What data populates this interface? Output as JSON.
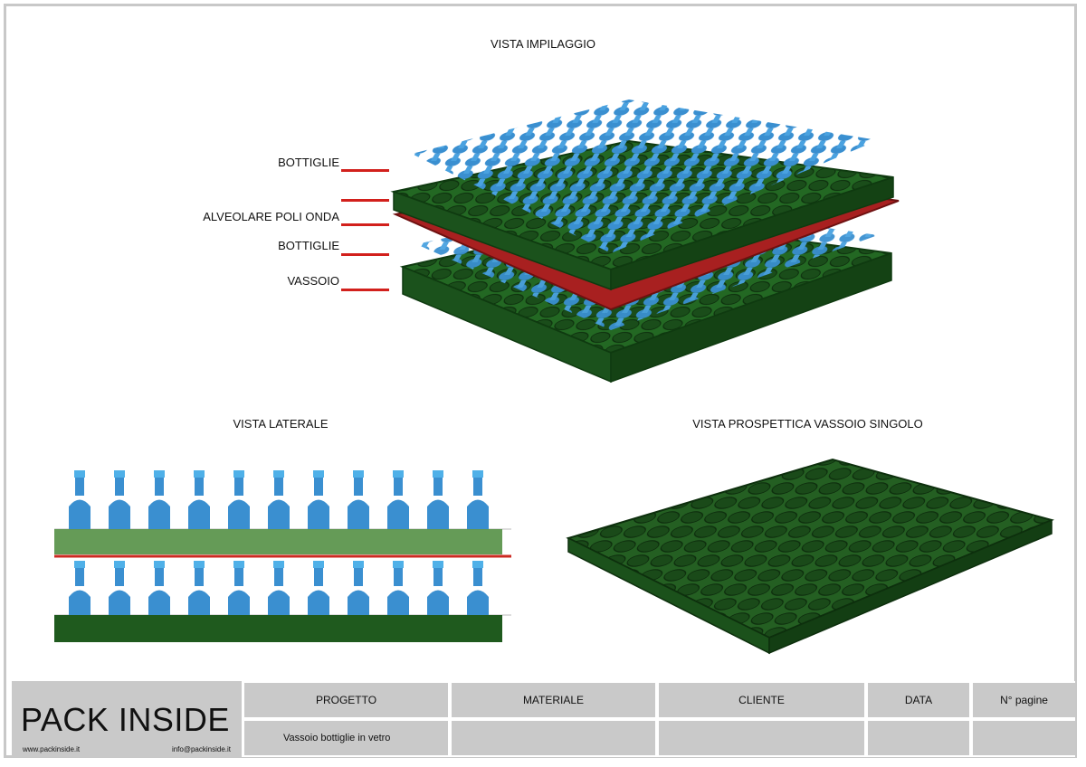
{
  "views": {
    "stacking_title": "VISTA  IMPILAGGIO",
    "side_title": "VISTA LATERALE",
    "perspective_title": "VISTA PROSPETTICA VASSOIO SINGOLO"
  },
  "callouts": [
    "BOTTIGLIE",
    "ALVEOLARE POLI ONDA",
    "BOTTIGLIE",
    "VASSOIO"
  ],
  "colors": {
    "bottle": "#3a8fd0",
    "tray": "#1f5a1e",
    "divider": "#b01e1e",
    "callout_line": "#d2201c",
    "title_block": "#c9c9c9"
  },
  "title_block": {
    "brand": "PACK INSIDE",
    "website": "www.packinside.it",
    "email": "info@packinside.it",
    "headers": {
      "project": "PROGETTO",
      "material": "MATERIALE",
      "client": "CLIENTE",
      "date": "DATA",
      "pages": "N° pagine"
    },
    "values": {
      "project": "Vassoio bottiglie in vetro",
      "material": "",
      "client": "",
      "date": "",
      "pages": ""
    }
  }
}
